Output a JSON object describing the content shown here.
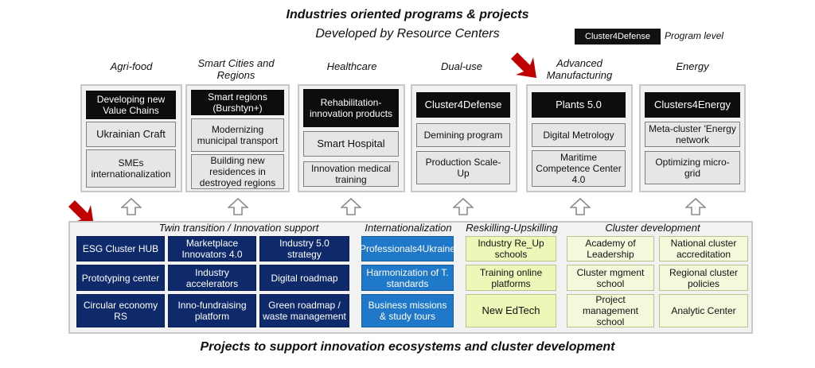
{
  "header": {
    "title": "Industries oriented programs & projects",
    "subtitle": "Developed by Resource Centers",
    "legend_box": "Cluster4Defense",
    "legend_label": "Program level"
  },
  "columns": [
    {
      "category": "Agri-food",
      "items": [
        "Developing new Value Chains",
        "Ukrainian Craft",
        "SMEs internationalization"
      ]
    },
    {
      "category": "Smart Cities and Regions",
      "items": [
        "Smart regions (Burshtyn+)",
        "Modernizing municipal transport",
        "Building new residences in destroyed regions"
      ]
    },
    {
      "category": "Healthcare",
      "items": [
        "Rehabilitation-innovation products",
        "Smart Hospital",
        "Innovation medical training"
      ]
    },
    {
      "category": "Dual-use",
      "items": [
        "Cluster4Defense",
        "Demining program",
        "Production Scale-Up"
      ]
    },
    {
      "category": "Advanced Manufacturing",
      "items": [
        "Plants 5.0",
        "Digital Metrology",
        "Maritime Competence Center 4.0"
      ]
    },
    {
      "category": "Energy",
      "items": [
        "Clusters4Energy",
        "Meta-cluster 'Energy network",
        "Optimizing micro-grid"
      ]
    }
  ],
  "sections": {
    "twin": {
      "label": "Twin transition / Innovation support",
      "items": [
        "ESG Cluster HUB",
        "Marketplace Innovators 4.0",
        "Industry 5.0 strategy",
        "Prototyping center",
        "Industry accelerators",
        "Digital roadmap",
        "Circular economy RS",
        "Inno-fundraising platform",
        "Green roadmap / waste management"
      ]
    },
    "intl": {
      "label": "Internationalization",
      "items": [
        "Professionals4Ukraine",
        "Harmonization of T. standards",
        "Business missions & study tours"
      ]
    },
    "reskill": {
      "label": "Reskilling-Upskilling",
      "items": [
        "Industry Re_Up schools",
        "Training online platforms",
        "New EdTech"
      ]
    },
    "cluster": {
      "label": "Cluster development",
      "items": [
        "Academy of Leadership",
        "National cluster accreditation",
        "Cluster mgment school",
        "Regional cluster policies",
        "Project management school",
        "Analytic Center"
      ]
    }
  },
  "footer": {
    "title": "Projects to support innovation ecosystems and cluster development"
  },
  "colors": {
    "dark": "#0d0d0d",
    "navy": "#0f2a6b",
    "blue": "#1f78c8",
    "yellow": "#eef7b8",
    "cream": "#f6f8dc",
    "arrow_red": "#c00000"
  },
  "icons": [
    "red-arrow-icon",
    "up-arrow-icon"
  ]
}
